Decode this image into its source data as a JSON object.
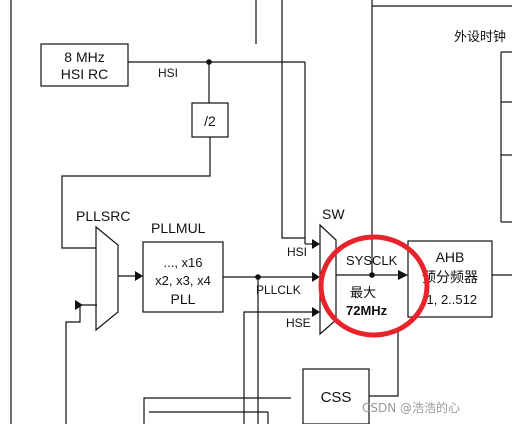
{
  "diagram": {
    "hsi_rc_line1": "8 MHz",
    "hsi_rc_line2": "HSI RC",
    "hsi_signal": "HSI",
    "div2": "/2",
    "pllsrc": "PLLSRC",
    "pllmul": "PLLMUL",
    "pll_line1": "..., x16",
    "pll_line2": "x2, x3, x4",
    "pll_line3": "PLL",
    "sw": "SW",
    "sw_hsi": "HSI",
    "sw_pllclk": "PLLCLK",
    "sw_hse": "HSE",
    "sysclk": "SYSCLK",
    "max_label": "最大",
    "max_freq": "72MHz",
    "ahb_line1": "AHB",
    "ahb_line2": "预分频器",
    "ahb_line3": "/1, 2..512",
    "peripheral_clock": "外设时钟",
    "css": "CSS",
    "watermark": "CSDN @浩浩的心",
    "colors": {
      "highlight": "#e8232b",
      "line": "#111111",
      "background": "#ffffff"
    }
  }
}
